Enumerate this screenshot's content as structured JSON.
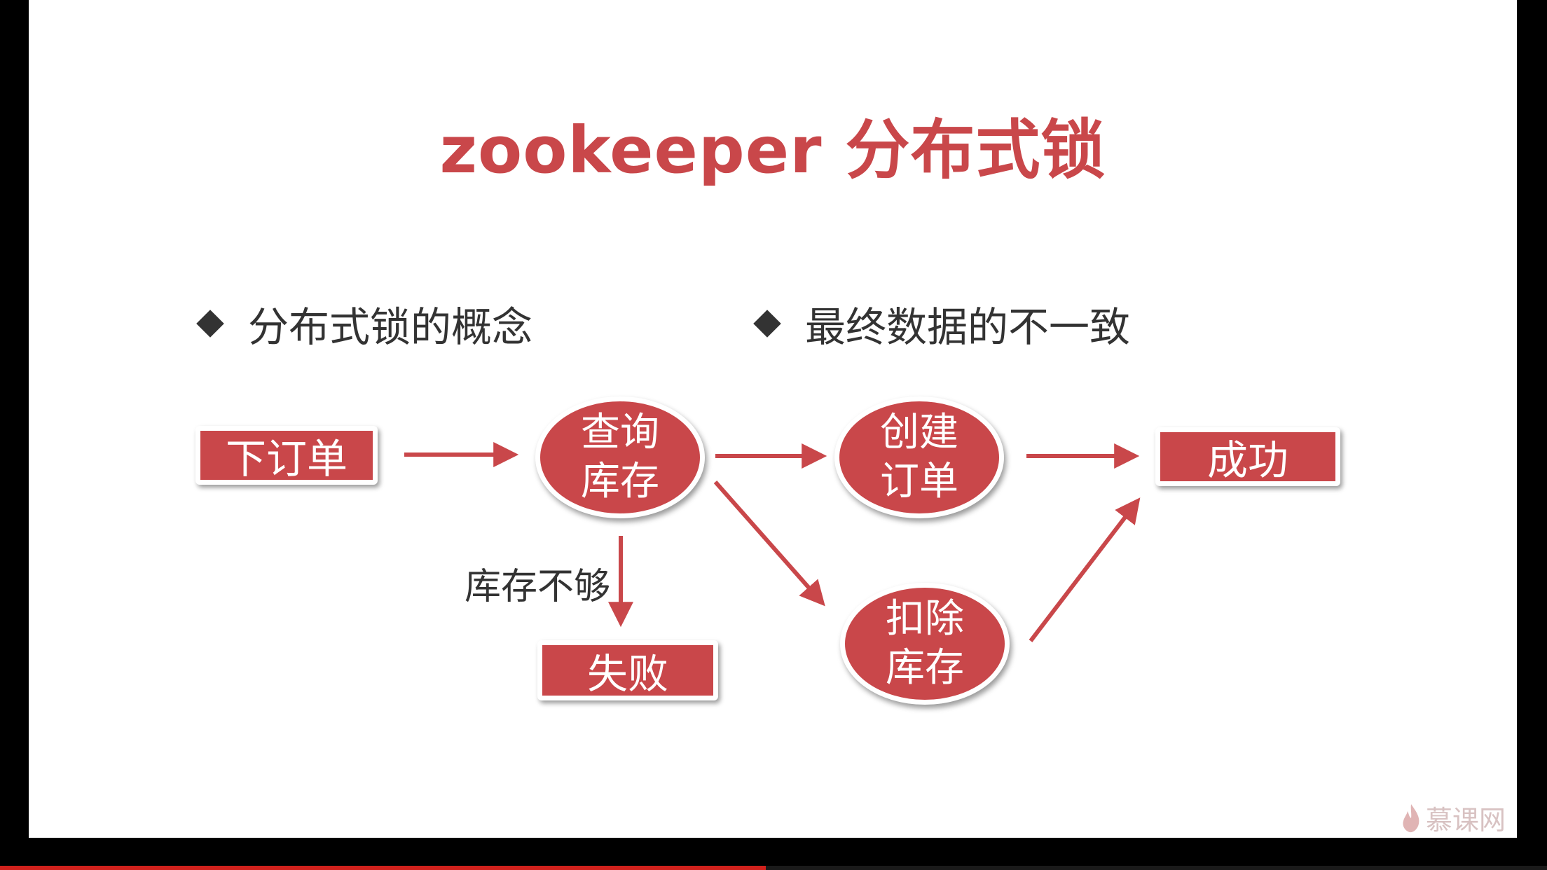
{
  "title": "zookeeper 分布式锁",
  "bullets": [
    "分布式锁的概念",
    "最终数据的不一致"
  ],
  "nodes": {
    "place_order": "下订单",
    "query_stock": "查询库存",
    "create_order": "创建订单",
    "success": "成功",
    "deduct_stock": "扣除库存",
    "fail": "失败"
  },
  "edge_labels": {
    "insufficient_stock": "库存不够"
  },
  "watermark": "慕课网",
  "icons": {
    "bullet": "diamond-bullet-icon",
    "watermark": "flame-logo-icon"
  },
  "colors": {
    "accent": "#c9474a",
    "text": "#333333",
    "progress": "#d0211c"
  },
  "video_progress_fraction": 0.495
}
